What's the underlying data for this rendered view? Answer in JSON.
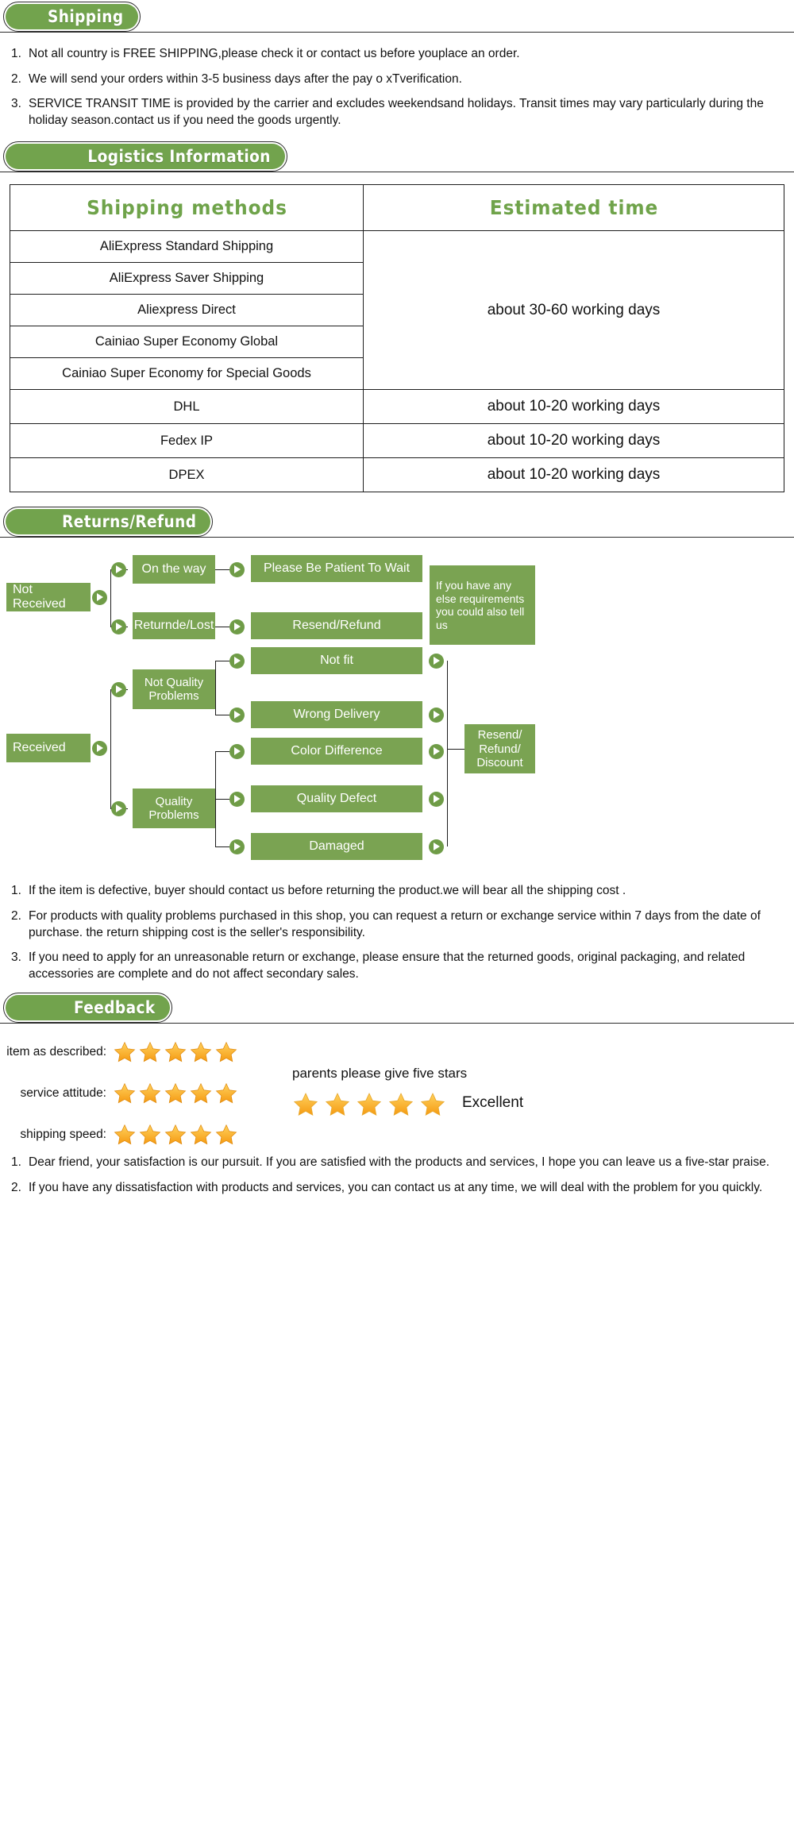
{
  "sections": {
    "shipping": {
      "title": "Shipping",
      "notes": [
        {
          "num": "1.",
          "text": "Not all country is FREE SHIPPING,please check it or contact us before youplace an order."
        },
        {
          "num": "2.",
          "text": "We will send your orders within 3-5 business days after the pay o xTverification."
        },
        {
          "num": "3.",
          "text": "SERVICE TRANSIT TIME is provided by the carrier and excludes weekendsand holidays. Transit times may vary particularly during the holiday season.contact us if you need the goods urgently."
        }
      ]
    },
    "logistics": {
      "title": "Logistics  Information",
      "columns": [
        "Shipping  methods",
        "Estimated  time"
      ],
      "rows": [
        {
          "method": "AliExpress Standard Shipping"
        },
        {
          "method": "AliExpress Saver Shipping"
        },
        {
          "method": "Aliexpress Direct"
        },
        {
          "method": "Cainiao Super Economy Global"
        },
        {
          "method": "Cainiao Super Economy for Special Goods"
        },
        {
          "method": "DHL",
          "time": "about 10-20 working days"
        },
        {
          "method": "Fedex IP",
          "time": "about 10-20 working days"
        },
        {
          "method": "DPEX",
          "time": "about 10-20 working days"
        }
      ],
      "grouped_time": "about 30-60 working days"
    },
    "returns": {
      "title": "Returns/Refund",
      "flow": {
        "not_received": "Not Received",
        "on_the_way": "On the way",
        "please_wait": "Please Be Patient To Wait",
        "returned_lost": "Returnde/Lost",
        "resend_refund": "Resend/Refund",
        "else_note": "If you have any else requirements you could also tell us",
        "received": "Received",
        "not_quality": "Not Quality Problems",
        "not_fit": "Not fit",
        "wrong_delivery": "Wrong Delivery",
        "quality_problems": "Quality Problems",
        "color_difference": "Color Difference",
        "quality_defect": "Quality Defect",
        "damaged": "Damaged",
        "resend_refund_discount": "Resend/ Refund/ Discount"
      },
      "notes": [
        {
          "num": "1.",
          "text": "If the item is defective, buyer should contact us before returning the product.we will bear all the shipping cost ."
        },
        {
          "num": "2.",
          "text": "For products with quality problems purchased in this shop, you can request a return or exchange service within 7 days from the date of purchase. the return shipping cost is the seller's responsibility."
        },
        {
          "num": "3.",
          "text": "If you need to apply for an unreasonable return or exchange, please ensure that the returned goods, original packaging, and related accessories are complete and do not affect secondary sales."
        }
      ]
    },
    "feedback": {
      "title": "Feedback",
      "ratings": [
        {
          "label": "item as described:",
          "stars": 5
        },
        {
          "label": "service attitude:",
          "stars": 5
        },
        {
          "label": "shipping speed:",
          "stars": 5
        }
      ],
      "promo_text": "parents please give five stars",
      "promo_stars": 5,
      "promo_verdict": "Excellent",
      "notes": [
        {
          "num": "1.",
          "text": "Dear friend, your satisfaction is our pursuit. If you are satisfied with the products and services, I hope you can leave us a five-star praise."
        },
        {
          "num": "2.",
          "text": "If you have any dissatisfaction with products and services, you can contact us at any time, we will deal with the problem for you quickly."
        }
      ]
    }
  },
  "colors": {
    "brand_green": "#72a34d",
    "box_green": "#7aa352",
    "header_text_green": "#6fa34a",
    "star_gold": "#f9a21b",
    "rule": "#2b2b2b"
  },
  "icons": {
    "arrow": "play-triangle-icon",
    "star": "star-icon"
  }
}
